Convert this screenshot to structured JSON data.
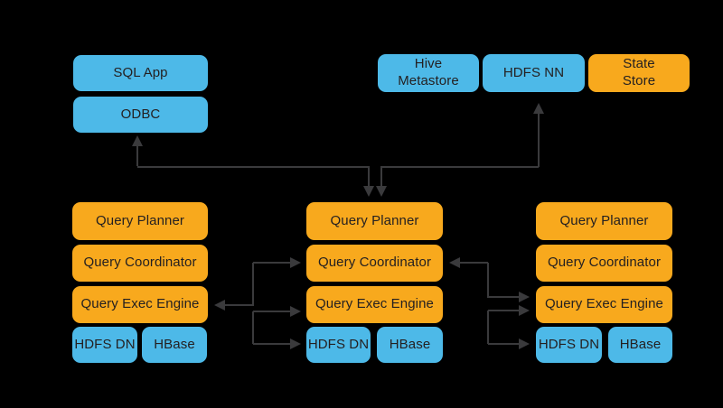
{
  "palette": {
    "background": "#000000",
    "blue": "#4db9e8",
    "orange": "#f8a91d",
    "arrow": "#3a3a3c",
    "box_text": "#242021"
  },
  "client": {
    "sql_app": "SQL App",
    "odbc": "ODBC"
  },
  "services": {
    "hive_metastore": "Hive\nMetastore",
    "hdfs_nn": "HDFS NN",
    "state_store": "State\nStore"
  },
  "impalad_nodes": [
    {
      "planner": "Query Planner",
      "coordinator": "Query Coordinator",
      "exec_engine": "Query Exec Engine",
      "hdfs_dn": "HDFS DN",
      "hbase": "HBase"
    },
    {
      "planner": "Query Planner",
      "coordinator": "Query Coordinator",
      "exec_engine": "Query Exec Engine",
      "hdfs_dn": "HDFS DN",
      "hbase": "HBase"
    },
    {
      "planner": "Query Planner",
      "coordinator": "Query Coordinator",
      "exec_engine": "Query Exec Engine",
      "hdfs_dn": "HDFS DN",
      "hbase": "HBase"
    }
  ]
}
